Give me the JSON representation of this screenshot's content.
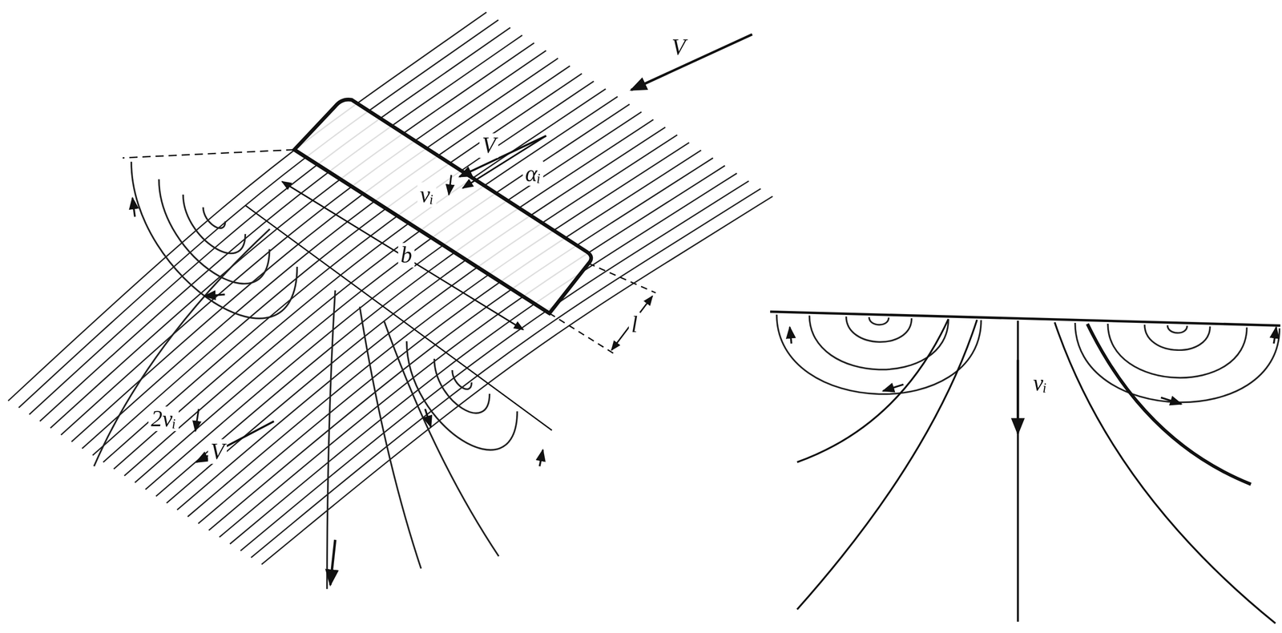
{
  "diagram": {
    "labels": [
      "V",
      "V",
      "αᵢ",
      "vᵢ",
      "b",
      "l",
      "V",
      "2vᵢ",
      "vᵢ"
    ]
  }
}
